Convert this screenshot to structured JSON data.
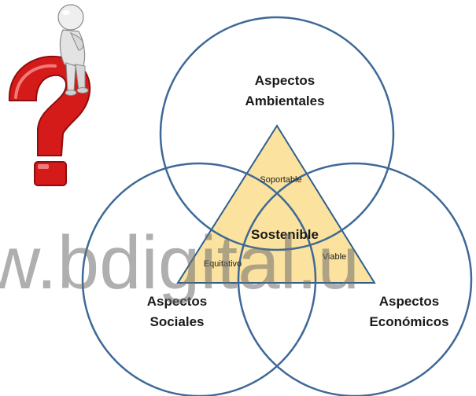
{
  "diagram": {
    "top_label_line1": "Aspectos",
    "top_label_line2": "Ambientales",
    "left_label_line1": "Aspectos",
    "left_label_line2": "Sociales",
    "right_label_line1": "Aspectos",
    "right_label_line2": "Económicos",
    "triangle_top": "Soportable",
    "triangle_center": "Sostenible",
    "triangle_left": "Equitativo",
    "triangle_right": "Viable"
  },
  "watermark": {
    "text": "w.bdigital.u"
  },
  "colors": {
    "circle_stroke": "#3e6996",
    "triangle_fill": "#fbe29e",
    "triangle_stroke": "#2f5f8f",
    "question_mark": "#d51a1a",
    "figure": "#e8e8e8"
  },
  "icons": {
    "thinking_figure": "person-sitting-on-question-mark-icon"
  }
}
